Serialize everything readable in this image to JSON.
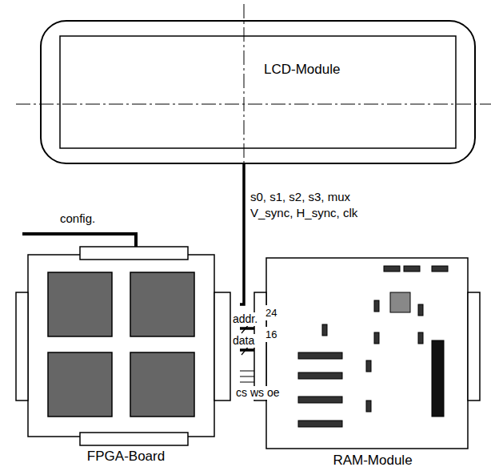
{
  "diagram": {
    "nodes": [
      {
        "text": [
          "LCD-Module"
        ]
      },
      {
        "text": [
          "FPGA-Board"
        ]
      },
      {
        "text": [
          "RAM-Module"
        ]
      }
    ],
    "edges": [
      {
        "from": 1,
        "to": 0,
        "arrow": "none",
        "label": "s0, s1, s2, s3, mux V_sync, H_sync, clk"
      },
      {
        "from": 1,
        "to": 2,
        "arrow": "none",
        "label": "addr."
      },
      {
        "from": 1,
        "to": 2,
        "arrow": "none",
        "label": "data"
      },
      {
        "from": 1,
        "to": 2,
        "arrow": "none",
        "label": "cs ws oe"
      }
    ],
    "labels": [
      "config.",
      "24",
      "16"
    ]
  }
}
